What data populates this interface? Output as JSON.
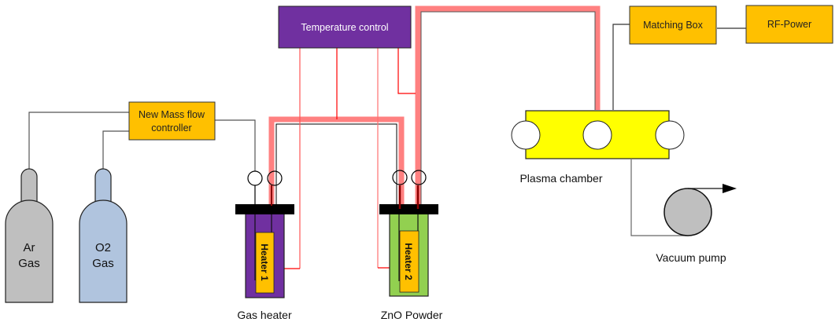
{
  "diagram": {
    "title": "ZnO plasma deposition setup",
    "components": {
      "temperature_control": {
        "label": "Temperature control",
        "color": "#7030A0"
      },
      "matching_box": {
        "label": "Matching Box",
        "color": "#FFC000"
      },
      "rf_power": {
        "label": "RF-Power",
        "color": "#FFC000"
      },
      "mass_flow_controller": {
        "label_line1": "New Mass flow",
        "label_line2": "controller",
        "color": "#FFC000"
      },
      "ar_cylinder": {
        "label_line1": "Ar",
        "label_line2": "Gas",
        "color": "#BFBFBF"
      },
      "o2_cylinder": {
        "label_line1": "O2",
        "label_line2": "Gas",
        "color": "#B0C4DE"
      },
      "gas_heater": {
        "label": "Gas heater",
        "heater_label": "Heater 1",
        "color": "#7030A0"
      },
      "zno_powder": {
        "label": "ZnO Powder",
        "heater_label": "Heater 2",
        "color": "#92D050"
      },
      "plasma_chamber": {
        "label": "Plasma chamber",
        "color": "#FFFF00"
      },
      "vacuum_pump": {
        "label": "Vacuum pump",
        "color": "#BFBFBF"
      }
    },
    "colors": {
      "heated_pipe": "#FF8080",
      "thermo_wire": "#FF0000",
      "gas_line": "#555555",
      "heater": "#FFC000",
      "lid": "#000000"
    }
  }
}
